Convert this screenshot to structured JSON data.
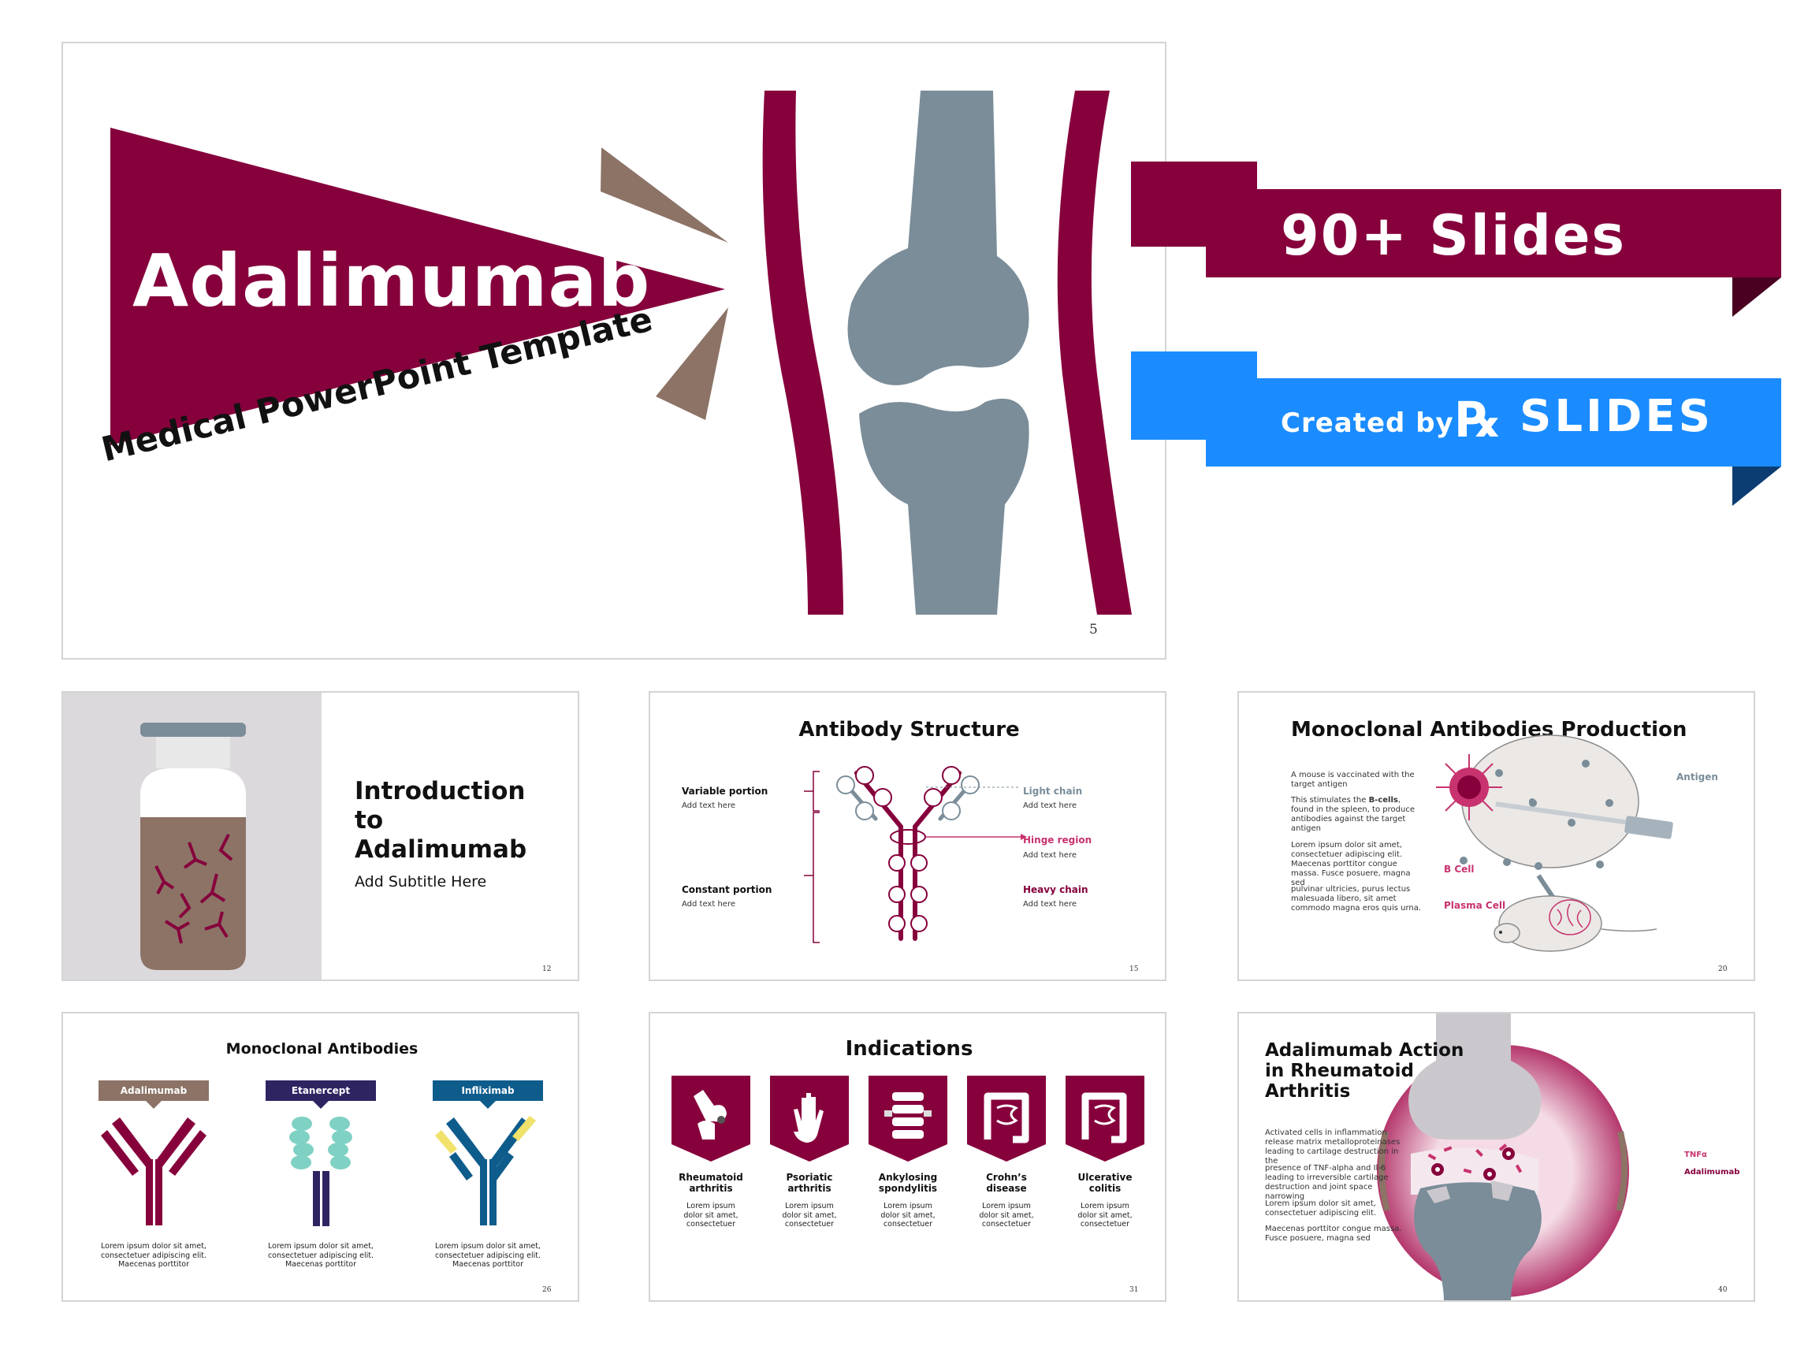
{
  "colors": {
    "maroon": "#86003c",
    "grey": "#7a8d99",
    "brown": "#8c7366",
    "blue": "#1a8cff",
    "pink": "#c8336f",
    "navy": "#2e2462",
    "teal": "#0e5c8c"
  },
  "hero": {
    "title": "Adalimumab",
    "subtitle": "Medical PowerPoint Template",
    "page": "5",
    "ribbon1": "90+ Slides",
    "ribbon2_prefix": "Created by",
    "logo_text": "SLIDES"
  },
  "s12": {
    "title_line1": "Introduction",
    "title_line2": "to",
    "title_line3": "Adalimumab",
    "subtitle": "Add Subtitle Here",
    "page": "12"
  },
  "s15": {
    "title": "Antibody Structure",
    "variable": "Variable portion",
    "variable_sub": "Add text here",
    "constant": "Constant portion",
    "constant_sub": "Add text here",
    "light": "Light chain",
    "light_sub": "Add text here",
    "hinge": "Hinge region",
    "hinge_sub": "Add text here",
    "heavy": "Heavy chain",
    "heavy_sub": "Add text here",
    "page": "15"
  },
  "s20": {
    "title": "Monoclonal Antibodies Production",
    "p1": "A mouse is vaccinated with the target antigen",
    "p2a": "This stimulates the ",
    "p2b": "B-cells",
    "p2c": ", found in the spleen, to produce antibodies against the target antigen",
    "p3": "Lorem ipsum dolor sit amet, consectetuer adipiscing elit. Maecenas porttitor congue massa. Fusce posuere, magna sed",
    "p4": "pulvinar ultricies, purus lectus malesuada libero, sit amet commodo magna eros quis urna.",
    "antigen": "Antigen",
    "bcell": "B Cell",
    "plasma": "Plasma Cell",
    "page": "20"
  },
  "s26": {
    "title": "Monoclonal Antibodies",
    "items": [
      {
        "label": "Adalimumab",
        "text": "Lorem ipsum dolor sit amet, consectetuer adipiscing elit. Maecenas porttitor"
      },
      {
        "label": "Etanercept",
        "text": "Lorem ipsum dolor sit amet, consectetuer adipiscing elit. Maecenas porttitor"
      },
      {
        "label": "Infliximab",
        "text": "Lorem ipsum dolor sit amet, consectetuer adipiscing elit. Maecenas porttitor"
      }
    ],
    "page": "26"
  },
  "s31": {
    "title": "Indications",
    "items": [
      {
        "line1": "Rheumatoid",
        "line2": "arthritis",
        "text": "Lorem ipsum dolor sit amet, consectetuer"
      },
      {
        "line1": "Psoriatic",
        "line2": "arthritis",
        "text": "Lorem ipsum dolor sit amet, consectetuer"
      },
      {
        "line1": "Ankylosing",
        "line2": "spondylitis",
        "text": "Lorem ipsum dolor sit amet, consectetuer"
      },
      {
        "line1": "Crohn’s",
        "line2": "disease",
        "text": "Lorem ipsum dolor sit amet, consectetuer"
      },
      {
        "line1": "Ulcerative",
        "line2": "colitis",
        "text": "Lorem ipsum dolor sit amet, consectetuer"
      }
    ],
    "page": "31"
  },
  "s40": {
    "title_line1": "Adalimumab Action",
    "title_line2": "in Rheumatoid",
    "title_line3": "Arthritis",
    "p1": "Activated cells in inflammation release matrix metalloproteinases leading to cartilage destruction in the",
    "p2": "presence of TNF-alpha and Il-6 leading to irreversible cartilage destruction and joint space narrowing",
    "p3": "Lorem ipsum dolor sit amet, consectetuer adipiscing elit.",
    "p4": "Maecenas porttitor congue massa. Fusce posuere, magna sed",
    "tnf": "TNFα",
    "adal": "Adalimumab",
    "page": "40"
  }
}
